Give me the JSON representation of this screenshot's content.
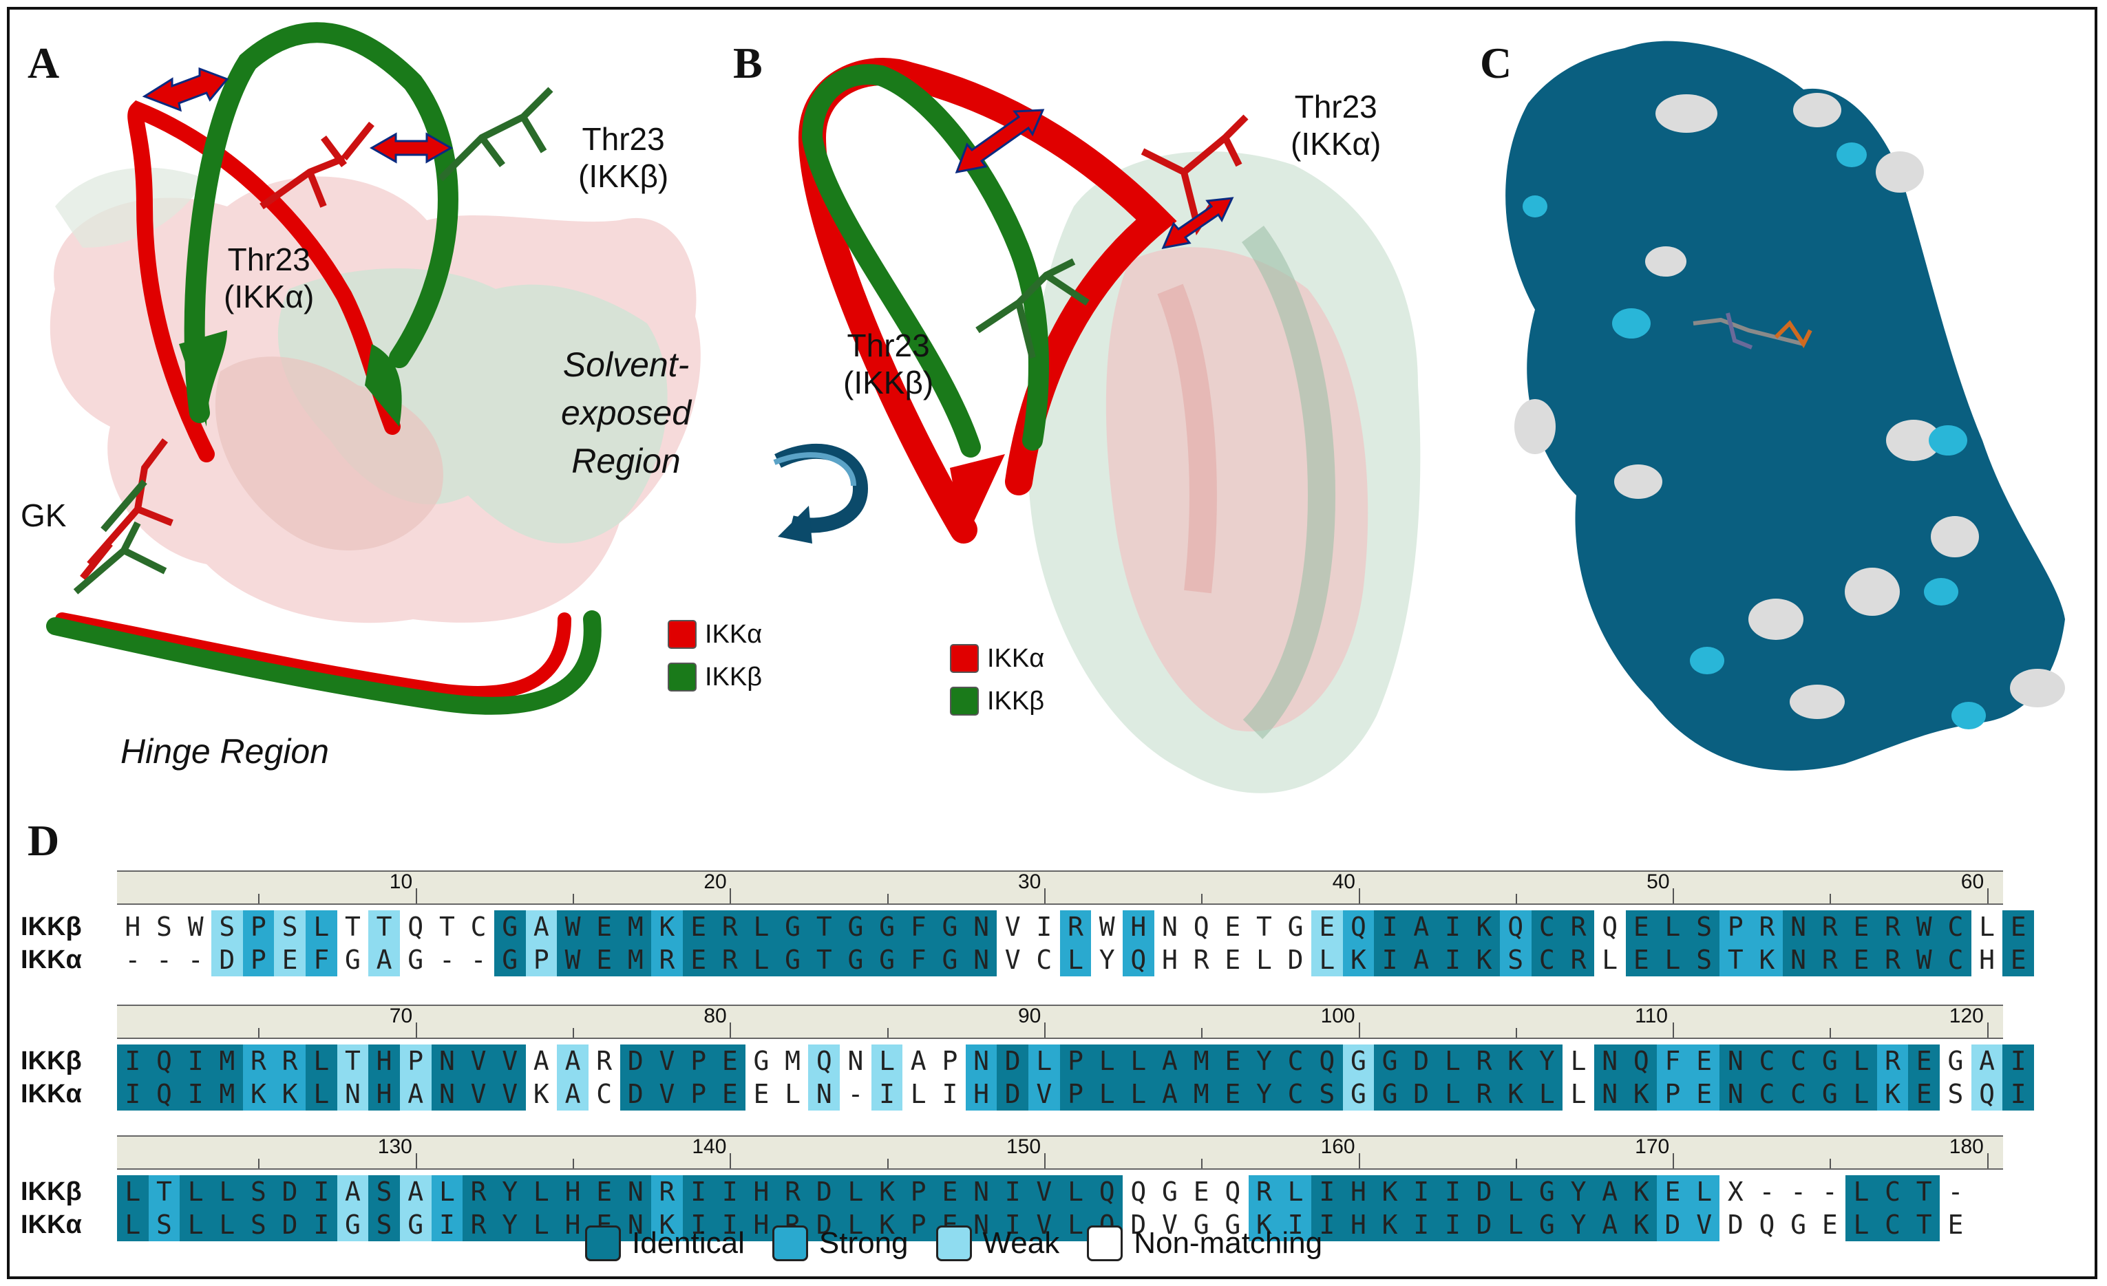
{
  "panels": {
    "a": {
      "label": "A",
      "thr23_beta": [
        "Thr23",
        "(IKKβ)"
      ],
      "thr23_alpha": [
        "Thr23",
        "(IKKα)"
      ],
      "solvent": [
        "Solvent-",
        "exposed",
        "Region"
      ],
      "gk": "GK",
      "hinge": "Hinge Region",
      "legend": [
        "IKKα",
        "IKKβ"
      ]
    },
    "b": {
      "label": "B",
      "thr23_alpha": [
        "Thr23",
        "(IKKα)"
      ],
      "thr23_beta": [
        "Thr23",
        "(IKKβ)"
      ],
      "legend": [
        "IKKα",
        "IKKβ"
      ]
    },
    "c": {
      "label": "C"
    },
    "d": {
      "label": "D"
    }
  },
  "colors": {
    "ikk_alpha": "#e00000",
    "ikk_beta": "#1a7a1a",
    "identical": "#0b7a95",
    "strong": "#2aa9cf",
    "weak": "#8fdcf0",
    "non_matching": "#ffffff",
    "surface": "#0a5f80"
  },
  "alignment": {
    "names": [
      "IKKβ",
      "IKKα"
    ],
    "blocks": [
      {
        "ruler": [
          "10",
          "20",
          "30",
          "40",
          "50",
          "60"
        ],
        "beta": "HSWSPSLTTQTCGAWEMKERLGTGGFGNVIRWHNQETGEQIAIKQCRQELSPRNRERWCLE",
        "alpha": "---DPEFGAG--GPWEMRERLGTGGFGNVCLYQHRELDLKIAIKSCRLELSTKNRERWCHE",
        "cons": "NNNWSWSNWNNNIWIIISIIIIIIIIIINNSNSNNNNNWSIIIISIINIIISSIIIIIINI"
      },
      {
        "ruler": [
          "70",
          "80",
          "90",
          "100",
          "110",
          "120"
        ],
        "beta": "IQIMRRLTHPNVVAARDVPEGMQNLAPNDLPLLAMEYCQGGDLRKYLNQFENCCGLREGAI",
        "alpha": "IQIMKKLNHANVVKACDVPEELN-ILIHDVPLLAMEYCSGGDLRKLLNKPENCCGLKESQI",
        "cons": "IIIISSIWIWIIINWNIIIINNWNWNNSISIIIIIIIIIWIIIIIINIISSIIIIISINWI"
      },
      {
        "ruler": [
          "130",
          "140",
          "150",
          "160",
          "170",
          "180"
        ],
        "beta": "LTLLSDIASALRYLHENRIIHRDLKPENIVLQQGEQRLIHKIIDLGYAKELX---LCT-",
        "alpha": "LSLLSDIGSGIRYLHENKIIHRDLKPENIVLQDVGGKIIHKIIDLGYAKDVDQGELCTE",
        "cons": "ISIIIIIWIWSIIIIIISIIIIIIIIIIIIIINNNNSSIIIIIIIIIIISSNNNNIIIN"
      }
    ]
  },
  "legend": [
    {
      "key": "identical",
      "label": "Identical"
    },
    {
      "key": "strong",
      "label": "Strong"
    },
    {
      "key": "weak",
      "label": "Weak"
    },
    {
      "key": "non_matching",
      "label": "Non-matching"
    }
  ]
}
